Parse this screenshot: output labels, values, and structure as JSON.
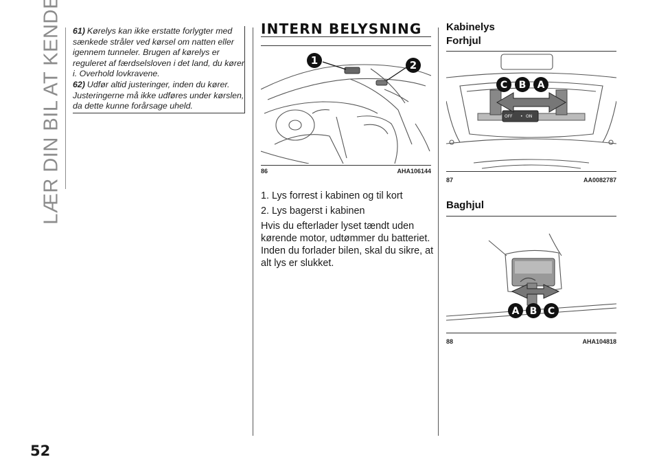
{
  "side_title": "LÆR DIN BIL AT KENDE",
  "page_number": "52",
  "notes": [
    {
      "num": "61)",
      "text": "Kørelys kan ikke erstatte forlygter med sænkede stråler ved kørsel om natten eller igennem tunneler. Brugen af kørelys er reguleret af færdselsloven i det land, du kører i. Overhold lovkravene."
    },
    {
      "num": "62)",
      "text": "Udfør altid justeringer, inden du kører. Justeringerne må ikke udføres under kørslen, da dette kunne forårsage uheld."
    }
  ],
  "section_title": "INTERN BELYSNING",
  "figures": {
    "fig86": {
      "num": "86",
      "code": "AHA106144",
      "callouts": [
        "1",
        "2"
      ]
    },
    "fig87": {
      "num": "87",
      "code": "AA0082787",
      "callouts": [
        "C",
        "B",
        "A"
      ],
      "switch_off": "OFF",
      "switch_on": "ON"
    },
    "fig88": {
      "num": "88",
      "code": "AHA104818",
      "callouts": [
        "A",
        "B",
        "C"
      ]
    }
  },
  "body": [
    "1. Lys forrest i kabinen og til kort",
    "2. Lys bagerst i kabinen",
    "Hvis du efterlader lyset tændt uden kørende motor, udtømmer du batteriet. Inden du forlader bilen, skal du sikre, at alt lys er slukket."
  ],
  "subheads": {
    "kabinelys": "Kabinelys",
    "forhjul": "Forhjul",
    "baghjul": "Baghjul"
  }
}
